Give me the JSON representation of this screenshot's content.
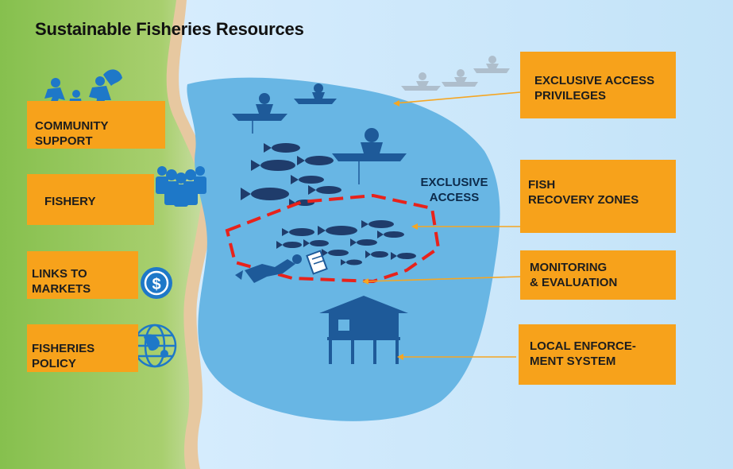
{
  "title": "Sustainable Fisheries Resources",
  "left_items": [
    {
      "label_1": "COMMUNITY",
      "label_2": "SUPPORT",
      "icon": "community-runners-icon"
    },
    {
      "label_1": "FISHERY",
      "label_2": "",
      "icon": "people-group-icon"
    },
    {
      "label_1": "LINKS TO",
      "label_2": "MARKETS",
      "icon": "dollar-coin-icon"
    },
    {
      "label_1": "FISHERIES",
      "label_2": "POLICY",
      "icon": "globe-icon"
    }
  ],
  "right_items": [
    {
      "label_1": "EXCLUSIVE ACCESS",
      "label_2": "PRIVILEGES"
    },
    {
      "label_1": "FISH",
      "label_2": "RECOVERY ZONES"
    },
    {
      "label_1": "MONITORING",
      "label_2": "& EVALUATION"
    },
    {
      "label_1": "LOCAL ENFORCE-",
      "label_2": "MENT SYSTEM"
    }
  ],
  "center_label": {
    "line_1": "EXCLUSIVE",
    "line_2": "ACCESS"
  },
  "colors": {
    "land_green": "#8cc152",
    "beach": "#e8c9a0",
    "ocean_light": "#cfe8f7",
    "access_zone": "#6ab8e6",
    "box_orange": "#f7a21b",
    "icon_blue": "#1e5a99",
    "dashed_red": "#e8221b",
    "arrow_orange": "#f5a623"
  }
}
